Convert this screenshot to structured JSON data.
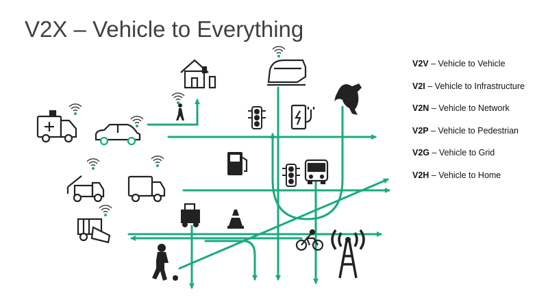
{
  "title": "V2X – Vehicle to Everything",
  "accent_color": "#1aaa80",
  "legend": [
    {
      "code": "V2V",
      "sep": " – ",
      "text": "Vehicle to Vehicle"
    },
    {
      "code": "V2I",
      "sep": " – ",
      "text": "Vehicle to Infrastructure"
    },
    {
      "code": "V2N",
      "sep": " – ",
      "text": "Vehicle to Network"
    },
    {
      "code": "V2P",
      "sep": " – ",
      "text": "Vehicle to Pedestrian"
    },
    {
      "code": "V2G",
      "sep": " – ",
      "text": "Vehicle to Grid"
    },
    {
      "code": "V2H",
      "sep": " – ",
      "text": "Vehicle to Home"
    }
  ],
  "icons": [
    "ambulance-icon",
    "car-icon",
    "tow-truck-icon",
    "delivery-truck-icon",
    "snowplow-icon",
    "house-icon",
    "train-icon",
    "kangaroo-icon",
    "traffic-light-icon",
    "ev-charger-icon",
    "fuel-pump-icon",
    "bus-icon",
    "forklift-icon",
    "traffic-cone-icon",
    "cyclist-icon",
    "cell-tower-icon",
    "pedestrian-icon",
    "child-with-ball-icon",
    "wifi-icon"
  ]
}
